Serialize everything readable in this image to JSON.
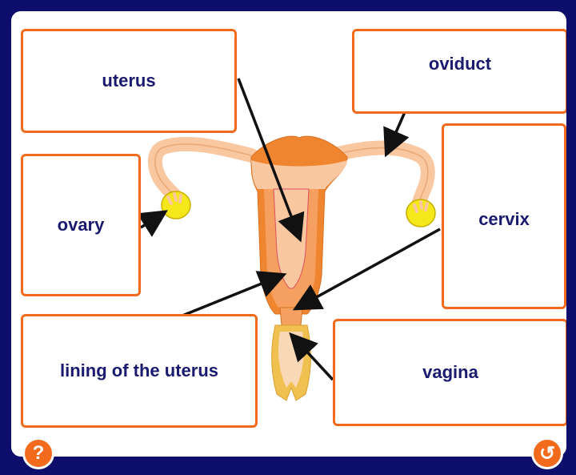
{
  "labels": {
    "uterus": "uterus",
    "oviduct": "oviduct",
    "ovary": "ovary",
    "cervix": "cervix",
    "lining": "lining of the uterus",
    "vagina": "vagina"
  },
  "buttons": {
    "help": "?",
    "back": "↺"
  },
  "colors": {
    "frame": "#0d0d6b",
    "box_border": "#f26a1b",
    "label_text": "#1a1a6e",
    "organ_light": "#f9c7a0",
    "organ_mid": "#f5a060",
    "organ_dark": "#f08530",
    "ovary": "#f5e81a",
    "vagina": "#f0c050"
  },
  "icons": {
    "help": "question-icon",
    "back": "undo-icon"
  }
}
